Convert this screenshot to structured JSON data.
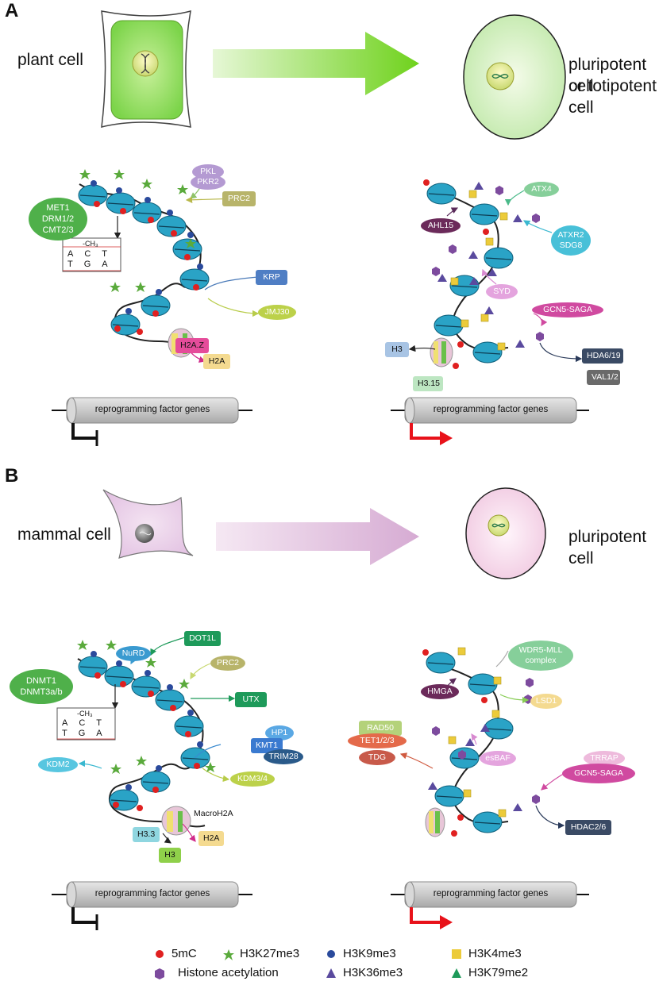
{
  "panel_a": {
    "letter": "A",
    "source_cell": "plant cell",
    "target_cell_line1": "pluripotent cell",
    "target_cell_line2": "or totipotent cell",
    "left": {
      "dna_methyl_complex": [
        "MET1",
        "DRM1/2",
        "CMT2/3"
      ],
      "methyl_label": "-CH₃",
      "seq_top": [
        "A",
        "C",
        "T"
      ],
      "seq_bottom": [
        "T",
        "G",
        "A"
      ],
      "pkl": "PKL",
      "pkr2": "PKR2",
      "prc2": "PRC2",
      "krp": "KRP",
      "jmj30": "JMJ30",
      "h2az": "H2A.Z",
      "h2a": "H2A"
    },
    "right": {
      "atx4": "ATX4",
      "ahl15": "AHL15",
      "atxr2_line1": "ATXR2",
      "atxr2_line2": "SDG8",
      "syd": "SYD",
      "gcn5": "GCN5-SAGA",
      "hda": "HDA6/19",
      "val": "VAL1/2",
      "h3": "H3",
      "h315": "H3.15"
    },
    "gene_label": "reprogramming factor genes"
  },
  "panel_b": {
    "letter": "B",
    "source_cell": "mammal cell",
    "target_cell": "pluripotent cell",
    "left": {
      "dna_methyl_complex": [
        "DNMT1",
        "DNMT3a/b"
      ],
      "methyl_label": "-CH₃",
      "seq_top": [
        "A",
        "C",
        "T"
      ],
      "seq_bottom": [
        "T",
        "G",
        "A"
      ],
      "nurd": "NuRD",
      "dot1l": "DOT1L",
      "prc2": "PRC2",
      "utx": "UTX",
      "hp1": "HP1",
      "kmt1": "KMT1",
      "trim28": "TRIM28",
      "kdm34": "KDM3/4",
      "kdm2": "KDM2",
      "macroh2a": "MacroH2A",
      "h33": "H3.3",
      "h3": "H3",
      "h2a": "H2A"
    },
    "right": {
      "wdr5_line1": "WDR5-MLL",
      "wdr5_line2": "complex",
      "hmga": "HMGA",
      "lsd1": "LSD1",
      "rad50": "RAD50",
      "tet": "TET1/2/3",
      "tdg": "TDG",
      "esbaf": "esBAF",
      "trrap": "TRRAP",
      "gcn5": "GCN5-SAGA",
      "hdac": "HDAC2/6"
    },
    "gene_label": "reprogramming factor genes"
  },
  "legend": {
    "m5c": "5mC",
    "h3k27me3": "H3K27me3",
    "h3k9me3": "H3K9me3",
    "h3k4me3": "H3K4me3",
    "acetyl": "Histone acetylation",
    "h3k36me3": "H3K36me3",
    "h3k79me2": "H3K79me2"
  },
  "colors": {
    "nucleosome": "#2aa3c6",
    "m5c": "#e02020",
    "h3k27me3": "#5aaa3c",
    "h3k9me3": "#2a4a9c",
    "h3k4me3": "#eccb3a",
    "acetyl": "#7d4b9e",
    "h3k36me3": "#5a4a9e",
    "h3k79me2": "#1e9a5a",
    "active_arrow": "#e8121a",
    "plant_green": "#7fd43a",
    "mammal_pink": "#d8b0d8"
  }
}
